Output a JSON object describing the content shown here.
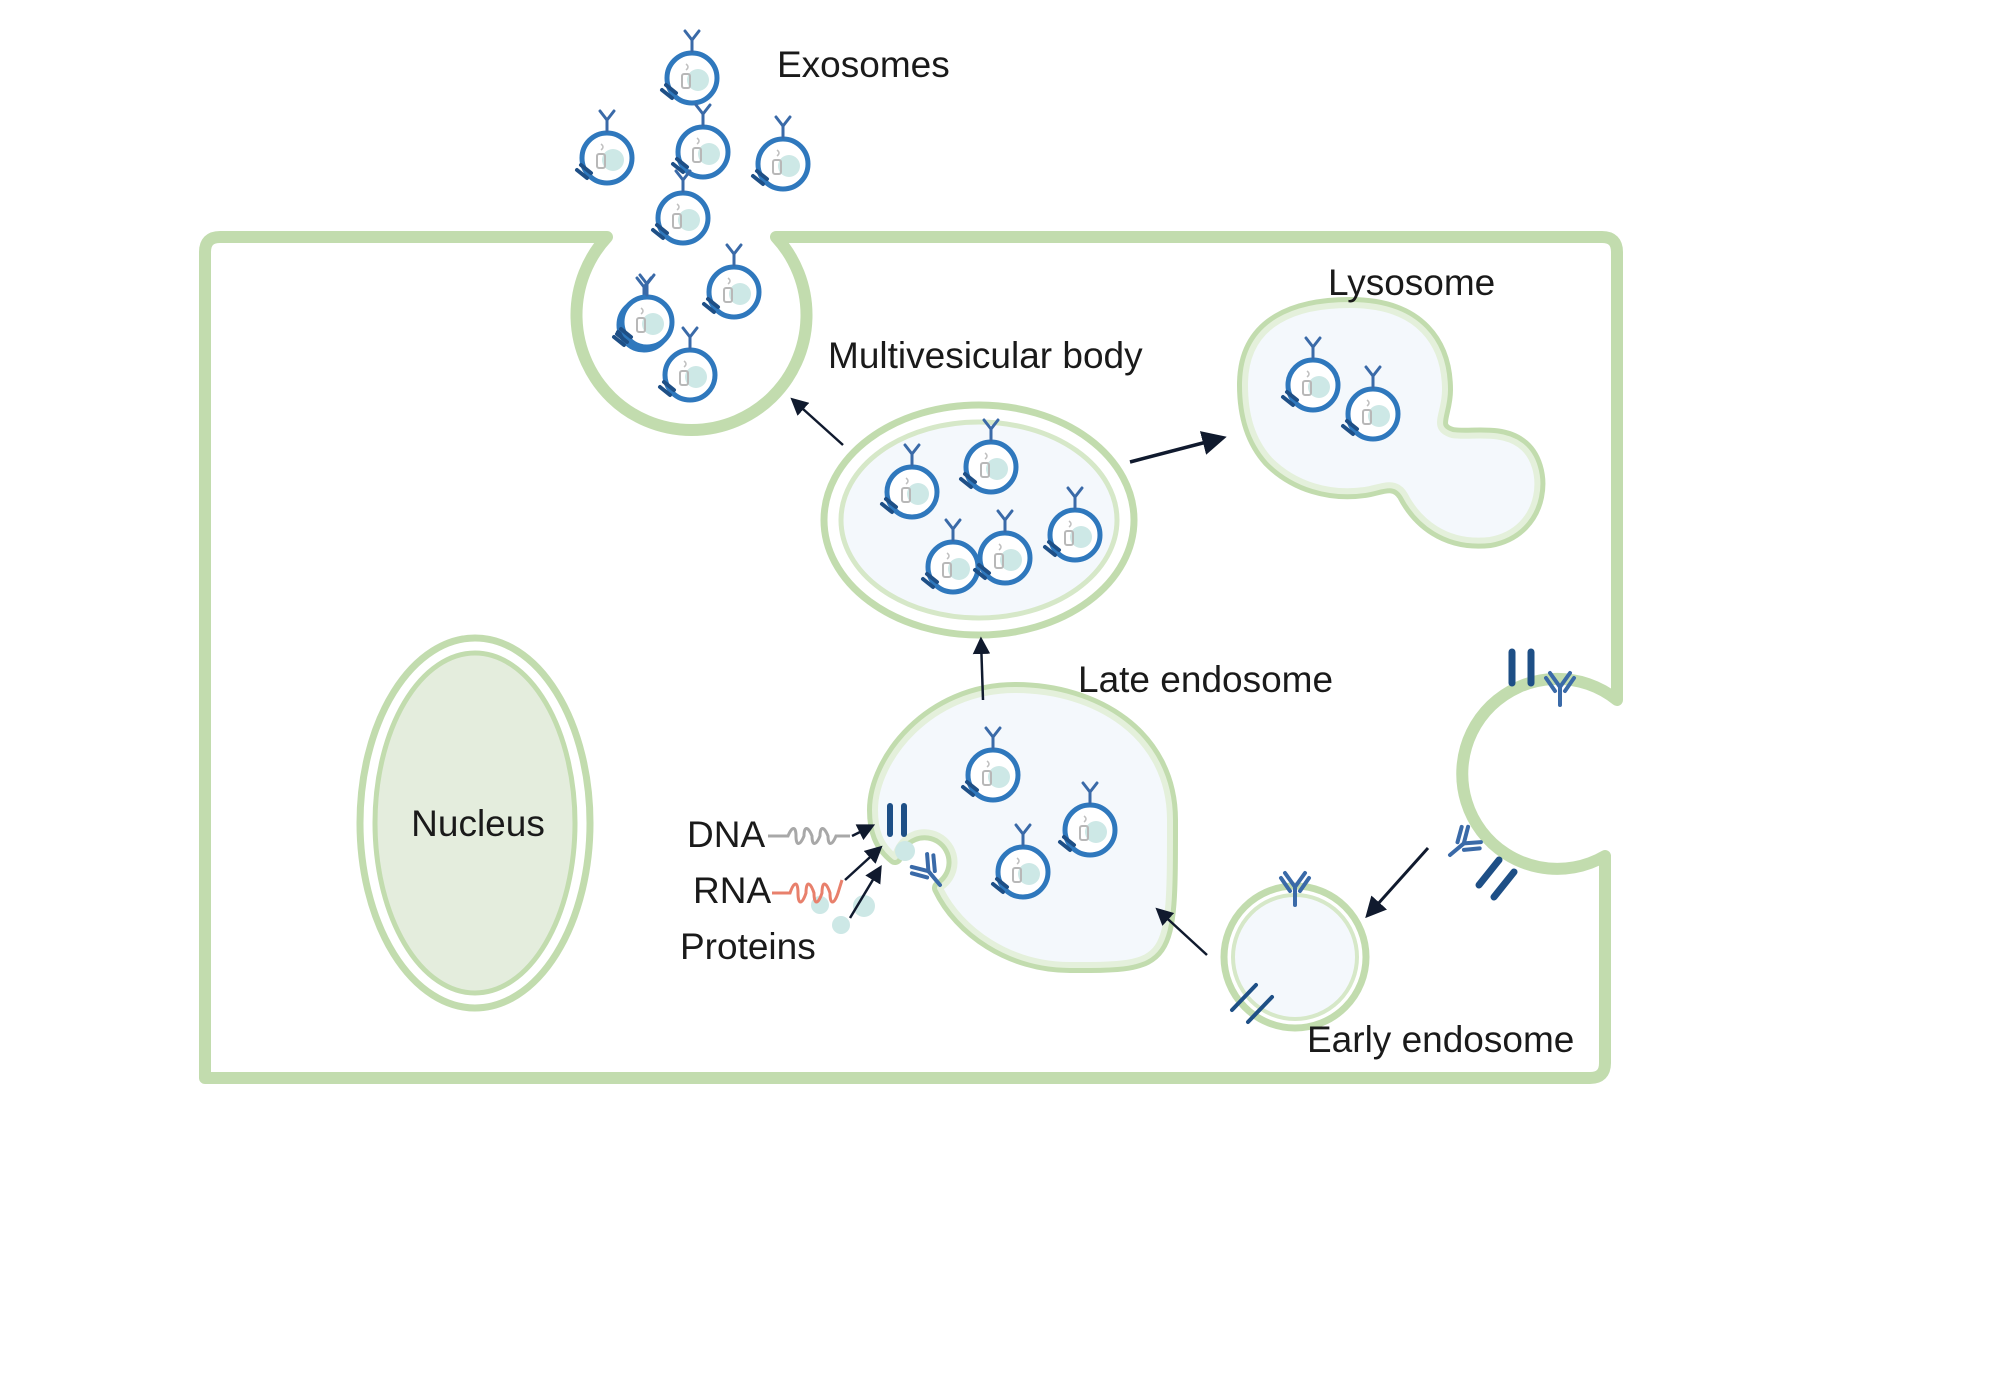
{
  "labels": {
    "exosomes": "Exosomes",
    "lysosome": "Lysosome",
    "multivesicular_body": "Multivesicular body",
    "late_endosome": "Late endosome",
    "nucleus": "Nucleus",
    "dna": "DNA",
    "rna": "RNA",
    "proteins": "Proteins",
    "early_endosome": "Early endosome"
  },
  "colors": {
    "membrane": "#c2dcae",
    "membrane_light": "#e4f0db",
    "nucleus_fill": "#e4eddd",
    "lumen": "#f4f8fc",
    "vesicle": "#2f78bd",
    "vesicle_core": "#cde8e6",
    "antibody": "#3a6aa8",
    "receptor": "#1e4f86",
    "dna": "#a8a8a8",
    "rna": "#e8806c",
    "arrow": "#101a2e"
  }
}
